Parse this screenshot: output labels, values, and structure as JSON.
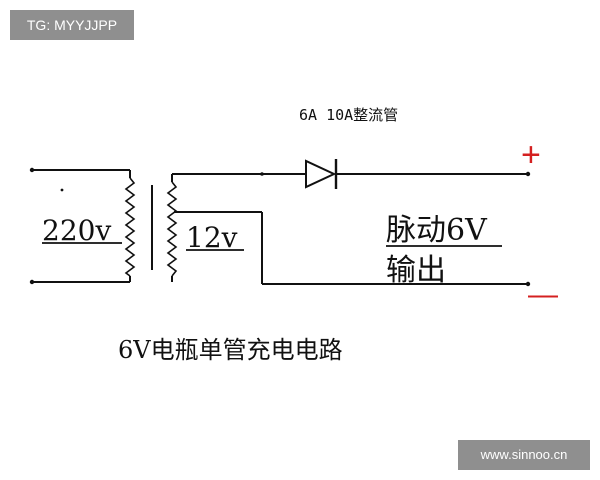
{
  "watermark_top": "TG: MYYJJPP",
  "watermark_bottom": "www.sinnoo.cn",
  "labels": {
    "rectifier": "6A 10A整流管",
    "primary_voltage": "220v",
    "secondary_voltage": "12v",
    "output_line1": "脉动6V",
    "output_line2": "输出",
    "plus": "+",
    "minus": "—",
    "title": "6V电瓶单管充电电路"
  },
  "colors": {
    "wire": "#111111",
    "polarity": "#d42020",
    "watermark_bg": "#8f8f8f"
  }
}
